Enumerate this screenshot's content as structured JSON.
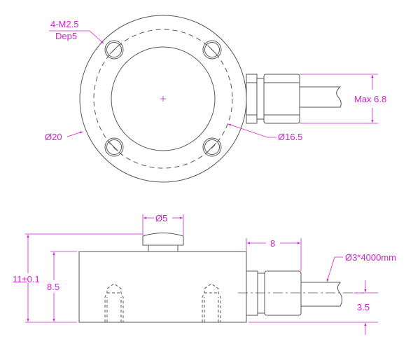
{
  "drawing": {
    "type": "load cell technical drawing",
    "top_view": {
      "thread_label_line1": "4-M2.5",
      "thread_label_line2": "Dep5",
      "outer_diameter_label": "Ø20",
      "bolt_circle_label": "Ø16.5",
      "connector_height_label": "Max 6.8"
    },
    "side_view": {
      "button_diameter_label": "Ø5",
      "total_height_label": "11±0.1",
      "body_height_label": "8.5",
      "connector_length_label": "8",
      "cable_label": "Ø3*4000mm",
      "cable_center_height_label": "3.5"
    },
    "colors": {
      "line": "#555555",
      "dimension": "#d21ed2",
      "background": "#ffffff"
    }
  }
}
